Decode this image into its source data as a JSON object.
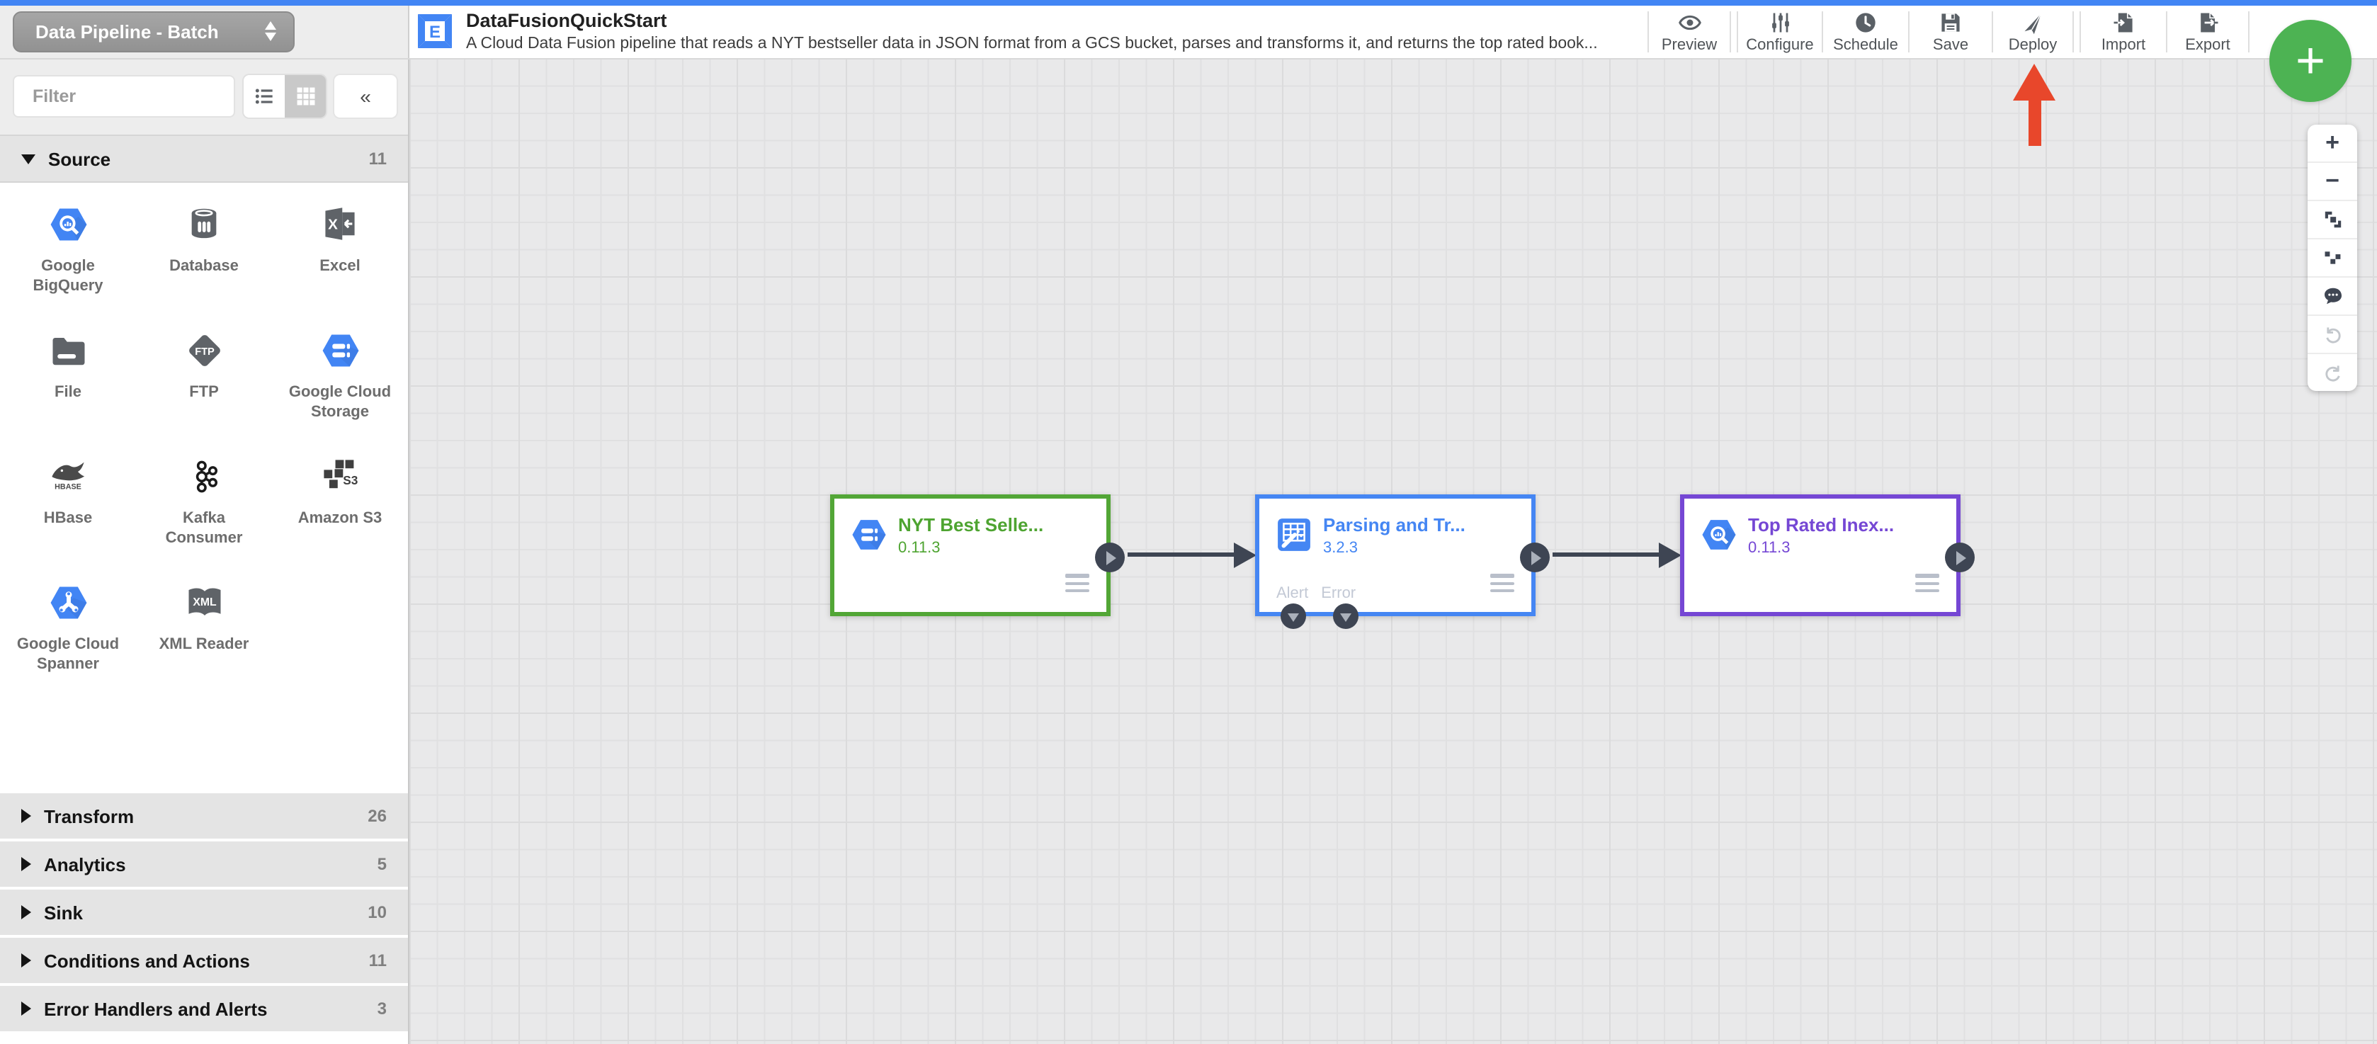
{
  "top": {
    "pipeline_type": "Data Pipeline - Batch"
  },
  "header": {
    "title": "DataFusionQuickStart",
    "description": "A Cloud Data Fusion pipeline that reads a NYT bestseller data in JSON format from a GCS bucket, parses and transforms it, and returns the top rated book...",
    "toolbar": [
      {
        "label": "Preview",
        "icon": "eye-icon"
      },
      {
        "label": "Configure",
        "icon": "sliders-icon"
      },
      {
        "label": "Schedule",
        "icon": "clock-icon"
      },
      {
        "label": "Save",
        "icon": "floppy-icon"
      },
      {
        "label": "Deploy",
        "icon": "send-icon"
      },
      {
        "label": "Import",
        "icon": "import-icon"
      },
      {
        "label": "Export",
        "icon": "export-icon"
      }
    ]
  },
  "sidebar": {
    "filter_placeholder": "Filter",
    "collapse_glyph": "«",
    "sections": [
      {
        "label": "Source",
        "count": "11",
        "expanded": true
      },
      {
        "label": "Transform",
        "count": "26",
        "expanded": false
      },
      {
        "label": "Analytics",
        "count": "5",
        "expanded": false
      },
      {
        "label": "Sink",
        "count": "10",
        "expanded": false
      },
      {
        "label": "Conditions and Actions",
        "count": "11",
        "expanded": false
      },
      {
        "label": "Error Handlers and Alerts",
        "count": "3",
        "expanded": false
      }
    ],
    "source_items": [
      {
        "label": "Google BigQuery",
        "icon": "bigquery-icon"
      },
      {
        "label": "Database",
        "icon": "database-icon"
      },
      {
        "label": "Excel",
        "icon": "excel-icon"
      },
      {
        "label": "File",
        "icon": "folder-icon"
      },
      {
        "label": "FTP",
        "icon": "ftp-icon"
      },
      {
        "label": "Google Cloud Storage",
        "icon": "gcs-icon"
      },
      {
        "label": "HBase",
        "icon": "hbase-icon"
      },
      {
        "label": "Kafka Consumer",
        "icon": "kafka-icon"
      },
      {
        "label": "Amazon S3",
        "icon": "s3-icon"
      },
      {
        "label": "Google Cloud Spanner",
        "icon": "spanner-icon"
      },
      {
        "label": "XML Reader",
        "icon": "xml-icon"
      }
    ]
  },
  "canvas": {
    "nodes": [
      {
        "name": "NYT Best Selle...",
        "version": "0.11.3",
        "color": "#52a636",
        "icon": "gcs-icon"
      },
      {
        "name": "Parsing and Tr...",
        "version": "3.2.3",
        "color": "#4586f3",
        "icon": "wrangler-icon",
        "ports": [
          "Alert",
          "Error"
        ]
      },
      {
        "name": "Top Rated Inex...",
        "version": "0.11.3",
        "color": "#7547d4",
        "icon": "bigquery-icon"
      }
    ],
    "zoom_toolbar": [
      "zoom-in",
      "zoom-out",
      "fit-to-screen",
      "align-nodes",
      "comment",
      "undo",
      "redo"
    ]
  },
  "fab": {
    "label": "+",
    "color": "#4db353"
  },
  "annotation": {
    "arrow_color": "#e8472b",
    "points_at": "Deploy"
  }
}
